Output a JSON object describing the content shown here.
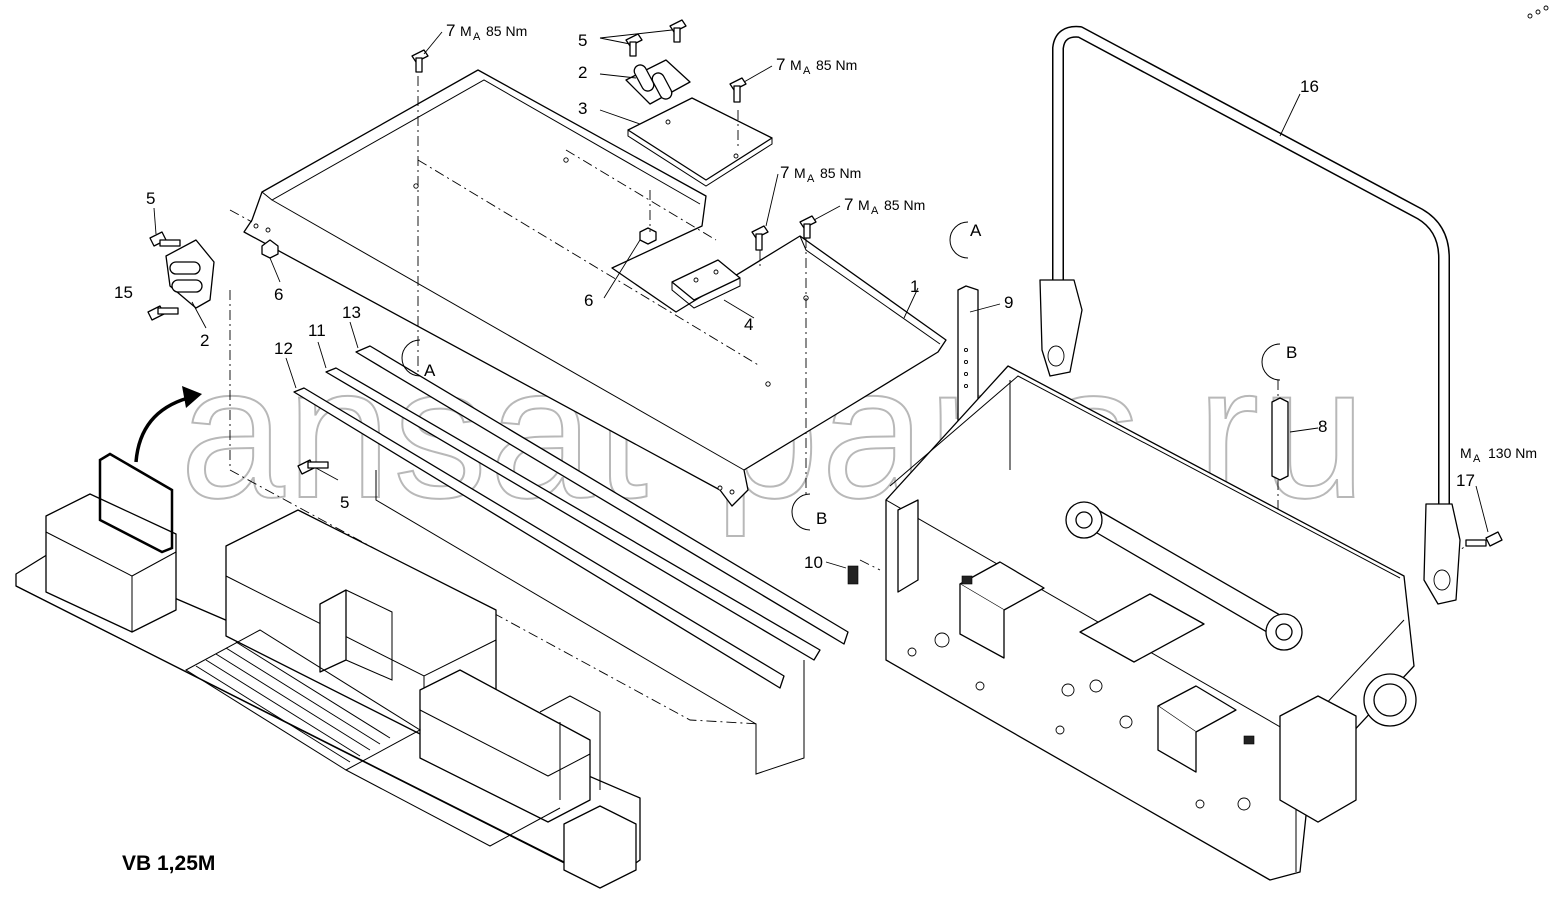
{
  "model_label": "VB 1,25M",
  "watermark": "ansat-parts.ru",
  "torque_mark": "M",
  "torque_sub": "A",
  "callouts": {
    "c1": "1",
    "c2a": "2",
    "c2b": "2",
    "c3": "3",
    "c4": "4",
    "c5a": "5",
    "c5b": "5",
    "c5c": "5",
    "c6a": "6",
    "c6b": "6",
    "c7a": "7",
    "c7b": "7",
    "c7c": "7",
    "c7d": "7",
    "c8": "8",
    "c9": "9",
    "c10": "10",
    "c11": "11",
    "c12": "12",
    "c13": "13",
    "c15": "15",
    "c16": "16",
    "c17": "17"
  },
  "torques": {
    "t85": "85 Nm",
    "t130": "130 Nm"
  },
  "view_refs": {
    "A": "A",
    "B": "B"
  }
}
